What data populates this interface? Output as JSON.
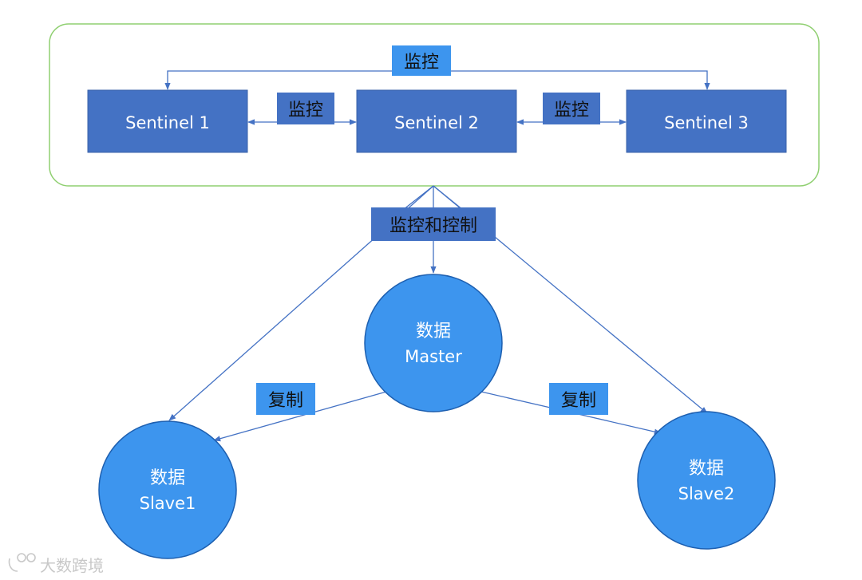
{
  "sentinel_group": {
    "top_label": "监控",
    "nodes": [
      {
        "label": "Sentinel 1"
      },
      {
        "label": "Sentinel 2"
      },
      {
        "label": "Sentinel 3"
      }
    ],
    "peer_labels": [
      "监控",
      "监控"
    ]
  },
  "control_label": "监控和控制",
  "data_nodes": {
    "master": {
      "line1": "数据",
      "line2": "Master"
    },
    "slave1": {
      "line1": "数据",
      "line2": "Slave1"
    },
    "slave2": {
      "line1": "数据",
      "line2": "Slave2"
    }
  },
  "replication_labels": [
    "复制",
    "复制"
  ],
  "watermark": "大数跨境",
  "colors": {
    "group_border": "#8fcf70",
    "sentinel_fill": "#4472c4",
    "sentinel_border": "#3a62a8",
    "circle_fill": "#3d95ee",
    "circle_border": "#1d5fb0",
    "label_fill": "#3d95ee",
    "line_color": "#4472c4"
  }
}
